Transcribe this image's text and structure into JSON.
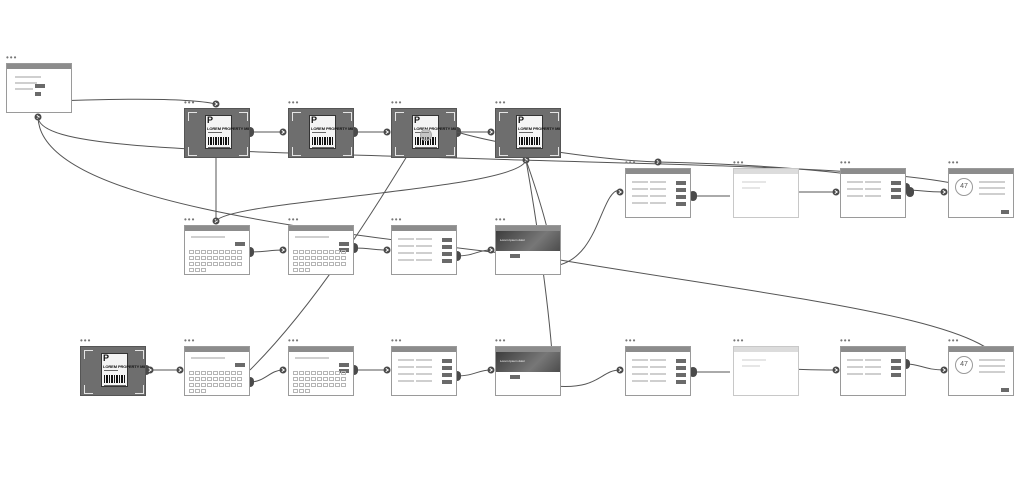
{
  "diagram": {
    "kind": "ui-flow-storyboard",
    "frame_menu_label": "•••",
    "scan_label": {
      "brand_letter": "P",
      "headline": "LOREM PROPERTY MINI"
    },
    "gauge_value": "47",
    "photo_caption": "Lorem Ipsum dolor"
  }
}
